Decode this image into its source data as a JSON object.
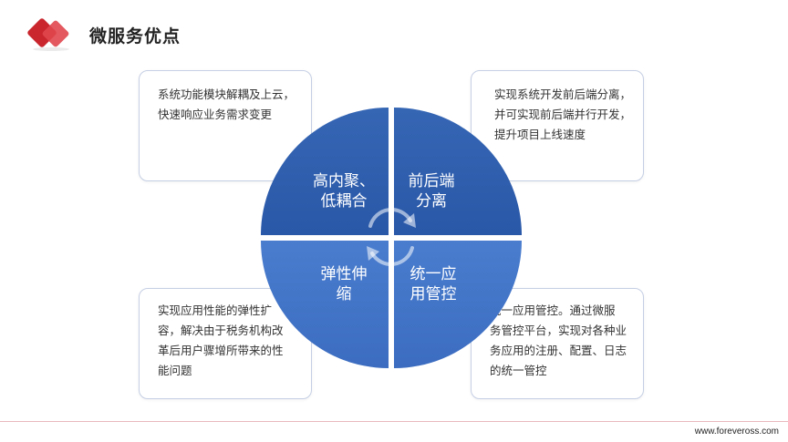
{
  "header": {
    "title": "微服务优点",
    "brand_color": "#d9363e"
  },
  "diagram": {
    "quadrant_color_top": "#2f5eae",
    "quadrant_color_bottom": "#4c7fd0",
    "quadrants": {
      "top_left": "高内聚、\n低耦合",
      "top_right": "前后端\n分离",
      "bottom_left": "弹性伸\n缩",
      "bottom_right": "统一应\n用管控"
    }
  },
  "boxes": {
    "top_left": "系统功能模块解耦及上云，\n快速响应业务需求变更",
    "top_right": "实现系统开发前后端分离，\n并可实现前后端并行开发，\n提升项目上线速度",
    "bottom_left": "实现应用性能的弹性扩\n容，解决由于税务机构改\n革后用户骤增所带来的性\n能问题",
    "bottom_right": "统一应用管控。通过微服\n务管控平台，实现对各种业\n务应用的注册、配置、日志\n的统一管控"
  },
  "footer": {
    "url": "www.foreveross.com"
  }
}
